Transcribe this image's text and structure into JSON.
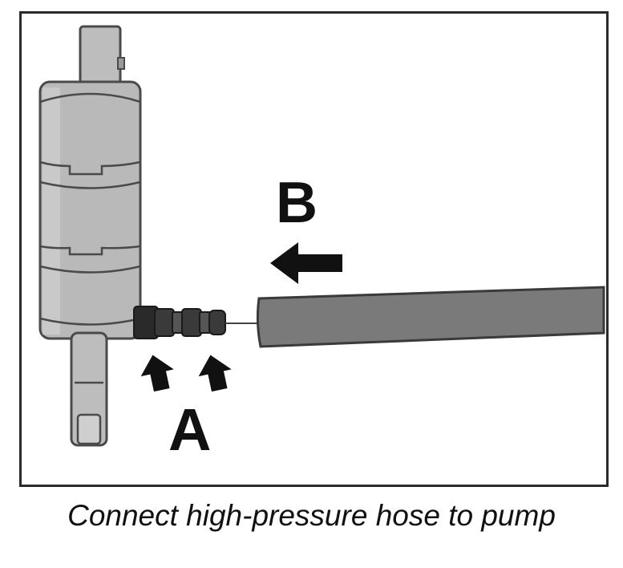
{
  "figure": {
    "label_b": "B",
    "label_a": "A"
  },
  "caption": "Connect high-pressure hose to pump",
  "colors": {
    "pump_body": "#b8b8b8",
    "pump_outline": "#4a4a4a",
    "hose": "#7a7a7a",
    "connector": "#2a2a2a",
    "arrow": "#111111",
    "frame": "#2b2b2b"
  }
}
